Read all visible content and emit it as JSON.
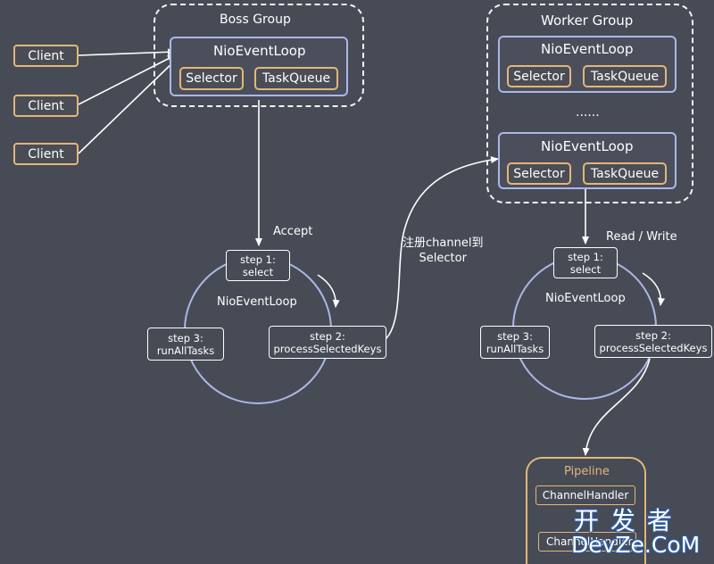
{
  "boss_group": {
    "title": "Boss Group",
    "event_loop": {
      "title": "NioEventLoop",
      "selector": "Selector",
      "task_queue": "TaskQueue"
    }
  },
  "clients": [
    "Client",
    "Client",
    "Client"
  ],
  "worker_group": {
    "title": "Worker Group",
    "loops": [
      {
        "title": "NioEventLoop",
        "selector": "Selector",
        "task_queue": "TaskQueue"
      },
      {
        "title": "NioEventLoop",
        "selector": "Selector",
        "task_queue": "TaskQueue"
      }
    ],
    "ellipsis": "......"
  },
  "boss_cycle": {
    "edge_label": "Accept",
    "center_label": "NioEventLoop",
    "step1": {
      "line1": "step 1:",
      "line2": "select"
    },
    "step2": {
      "line1": "step 2:",
      "line2": "processSelectedKeys"
    },
    "step3": {
      "line1": "step 3:",
      "line2": "runAllTasks"
    }
  },
  "register_label": {
    "line1": "注册channel到",
    "line2": "Selector"
  },
  "worker_cycle": {
    "edge_label": "Read / Write",
    "center_label": "NioEventLoop",
    "step1": {
      "line1": "step 1:",
      "line2": "select"
    },
    "step2": {
      "line1": "step 2:",
      "line2": "processSelectedKeys"
    },
    "step3": {
      "line1": "step 3:",
      "line2": "runAllTasks"
    }
  },
  "pipeline": {
    "title": "Pipeline",
    "handlers": [
      "ChannelHandler",
      "ChannelHandler"
    ]
  },
  "watermark": {
    "line1": "开 发 者",
    "line2": "DevZe.CoM"
  },
  "colors": {
    "background": "#474b56",
    "loop_border": "#aab8e6",
    "orange": "#e3b679",
    "line": "#ffffff"
  }
}
